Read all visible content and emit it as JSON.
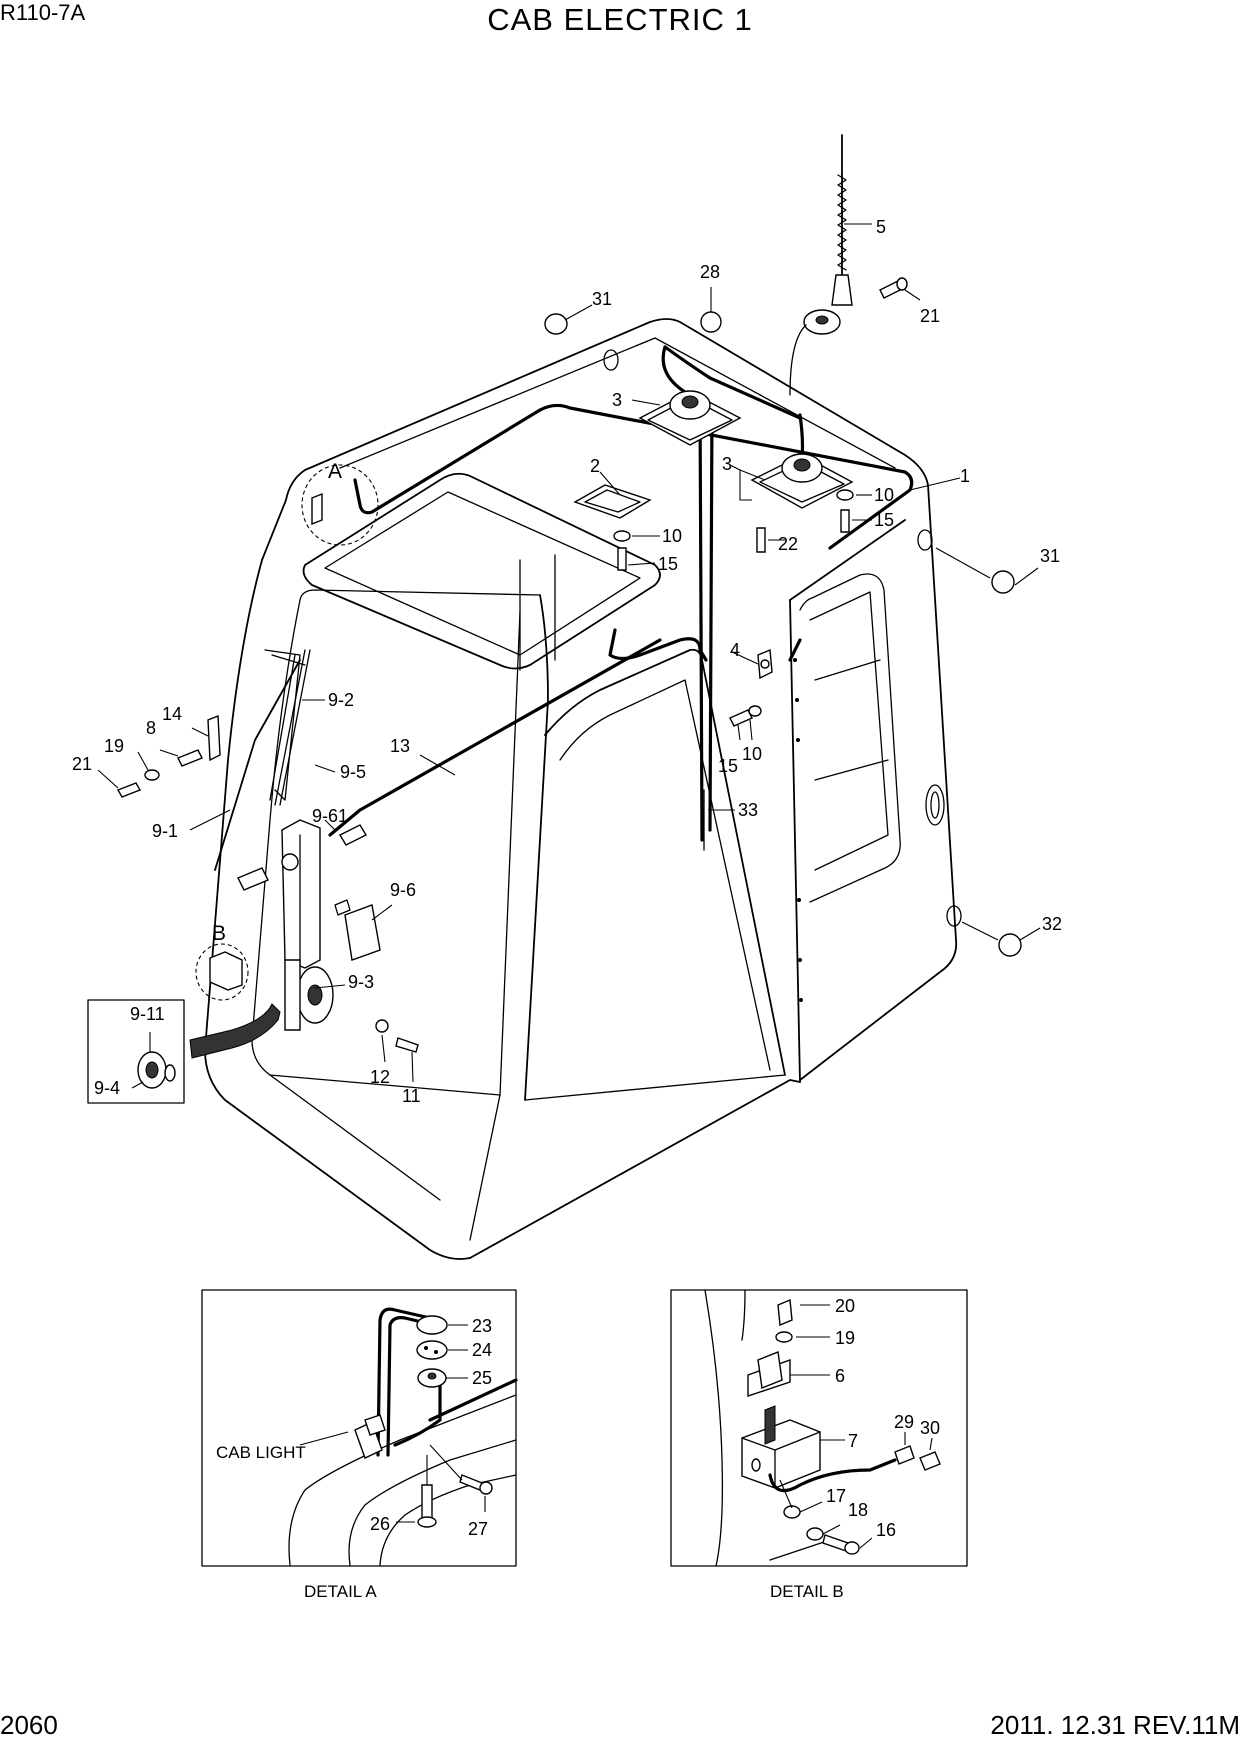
{
  "header": {
    "model": "R110-7A",
    "title": "CAB ELECTRIC 1"
  },
  "footer": {
    "page_number": "2060",
    "revision": "2011. 12.31 REV.11M"
  },
  "callouts": [
    {
      "id": "c1",
      "text": "1"
    },
    {
      "id": "c2",
      "text": "2"
    },
    {
      "id": "c3a",
      "text": "3"
    },
    {
      "id": "c3b",
      "text": "3"
    },
    {
      "id": "c4",
      "text": "4"
    },
    {
      "id": "c5",
      "text": "5"
    },
    {
      "id": "c8",
      "text": "8"
    },
    {
      "id": "c9_1",
      "text": "9-1"
    },
    {
      "id": "c9_2",
      "text": "9-2"
    },
    {
      "id": "c9_3",
      "text": "9-3"
    },
    {
      "id": "c9_4",
      "text": "9-4"
    },
    {
      "id": "c9_5",
      "text": "9-5"
    },
    {
      "id": "c9_6",
      "text": "9-6"
    },
    {
      "id": "c9_61",
      "text": "9-61"
    },
    {
      "id": "c9_11",
      "text": "9-11"
    },
    {
      "id": "c10a",
      "text": "10"
    },
    {
      "id": "c10b",
      "text": "10"
    },
    {
      "id": "c10c",
      "text": "10"
    },
    {
      "id": "c11",
      "text": "11"
    },
    {
      "id": "c12",
      "text": "12"
    },
    {
      "id": "c13",
      "text": "13"
    },
    {
      "id": "c14",
      "text": "14"
    },
    {
      "id": "c15a",
      "text": "15"
    },
    {
      "id": "c15b",
      "text": "15"
    },
    {
      "id": "c15c",
      "text": "15"
    },
    {
      "id": "c19a",
      "text": "19"
    },
    {
      "id": "c21a",
      "text": "21"
    },
    {
      "id": "c21b",
      "text": "21"
    },
    {
      "id": "c22",
      "text": "22"
    },
    {
      "id": "c28",
      "text": "28"
    },
    {
      "id": "c31a",
      "text": "31"
    },
    {
      "id": "c31b",
      "text": "31"
    },
    {
      "id": "c32",
      "text": "32"
    },
    {
      "id": "c33",
      "text": "33"
    },
    {
      "id": "cA",
      "text": "A"
    },
    {
      "id": "cB",
      "text": "B"
    }
  ],
  "detail_a": {
    "caption": "DETAIL A",
    "cab_light_label": "CAB LIGHT",
    "callouts": [
      {
        "id": "d23",
        "text": "23"
      },
      {
        "id": "d24",
        "text": "24"
      },
      {
        "id": "d25",
        "text": "25"
      },
      {
        "id": "d26",
        "text": "26"
      },
      {
        "id": "d27",
        "text": "27"
      }
    ]
  },
  "detail_b": {
    "caption": "DETAIL B",
    "callouts": [
      {
        "id": "e20",
        "text": "20"
      },
      {
        "id": "e19",
        "text": "19"
      },
      {
        "id": "e6",
        "text": "6"
      },
      {
        "id": "e7",
        "text": "7"
      },
      {
        "id": "e29",
        "text": "29"
      },
      {
        "id": "e30",
        "text": "30"
      },
      {
        "id": "e17",
        "text": "17"
      },
      {
        "id": "e18",
        "text": "18"
      },
      {
        "id": "e16",
        "text": "16"
      }
    ]
  }
}
